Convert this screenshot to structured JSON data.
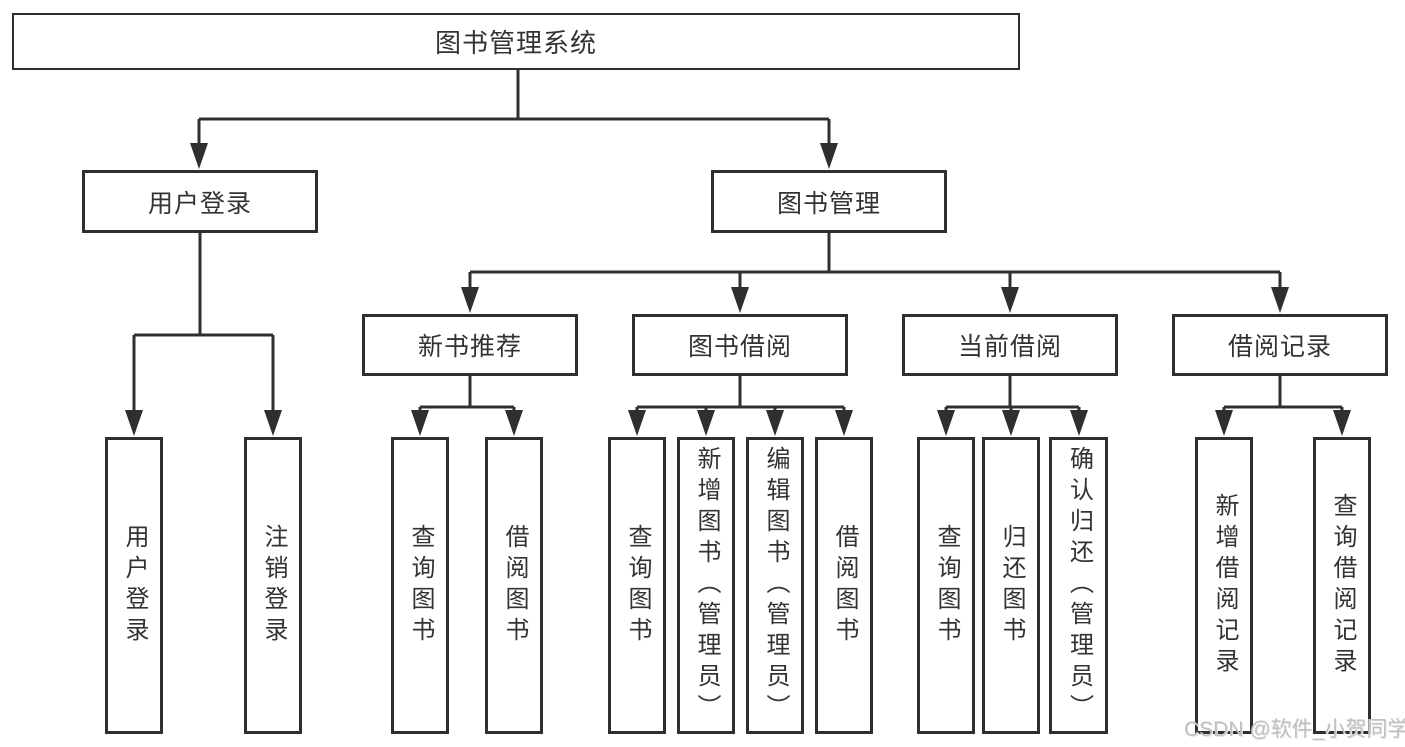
{
  "colors": {
    "line": "#2f2f2f",
    "box_border": "#2f2f2f",
    "box_background": "#ffffff",
    "text": "#333333",
    "watermark_text": "#bfbfbf",
    "page_background": "#ffffff"
  },
  "watermark": {
    "text": "CSDN @软件_小贺同学"
  },
  "diagram": {
    "type": "hierarchy-tree",
    "root": {
      "label": "图书管理系统"
    },
    "branches": [
      {
        "label": "用户登录",
        "children": [
          {
            "label": "用户登录"
          },
          {
            "label": "注销登录"
          }
        ]
      },
      {
        "label": "图书管理",
        "children": [
          {
            "label": "新书推荐",
            "children": [
              {
                "label": "查询图书"
              },
              {
                "label": "借阅图书"
              }
            ]
          },
          {
            "label": "图书借阅",
            "children": [
              {
                "label": "查询图书"
              },
              {
                "label": "新增图书（管理员）"
              },
              {
                "label": "编辑图书（管理员）"
              },
              {
                "label": "借阅图书"
              }
            ]
          },
          {
            "label": "当前借阅",
            "children": [
              {
                "label": "查询图书"
              },
              {
                "label": "归还图书"
              },
              {
                "label": "确认归还（管理员）"
              }
            ]
          },
          {
            "label": "借阅记录",
            "children": [
              {
                "label": "新增借阅记录"
              },
              {
                "label": "查询借阅记录"
              }
            ]
          }
        ]
      }
    ]
  }
}
